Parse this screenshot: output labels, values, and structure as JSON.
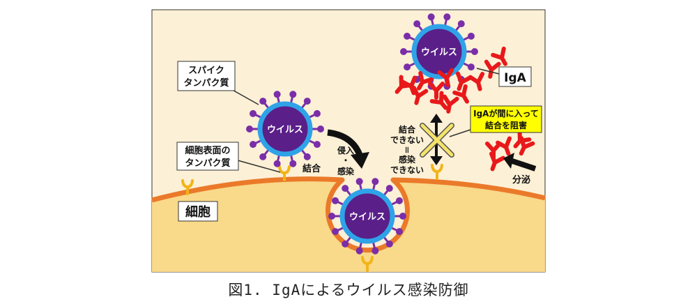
{
  "virus_label": "ウイルス",
  "labels": {
    "spike_line1": "スパイク",
    "spike_line2": "タンパク質",
    "surface_line1": "細胞表面の",
    "surface_line2": "タンパク質",
    "cell": "細胞",
    "igA": "IgA",
    "bind": "結合",
    "invade_line1": "侵入",
    "invade_dot": "・",
    "invade_line2": "感染",
    "nobind_line1": "結合",
    "nobind_line2": "できない",
    "nobind_eq": "＝",
    "nobind_line3": "感染",
    "nobind_line4": "できない",
    "block_line1": "IgAが間に入って",
    "block_line2": "結合を阻害",
    "secrete": "分泌"
  },
  "caption": "図1. IgAによるウイルス感染防御",
  "colors": {
    "background": "#fcf0d6",
    "cell_fill": "#f9d98a",
    "membrane": "#ea7a2a",
    "virus_core": "#5a1f88",
    "virus_ring": "#2fa3e8",
    "spike": "#7a2ea8",
    "receptor": "#f2b418",
    "antibody": "#e8191b",
    "callout_fill": "#ffff00",
    "cross": "#f5e36a"
  }
}
